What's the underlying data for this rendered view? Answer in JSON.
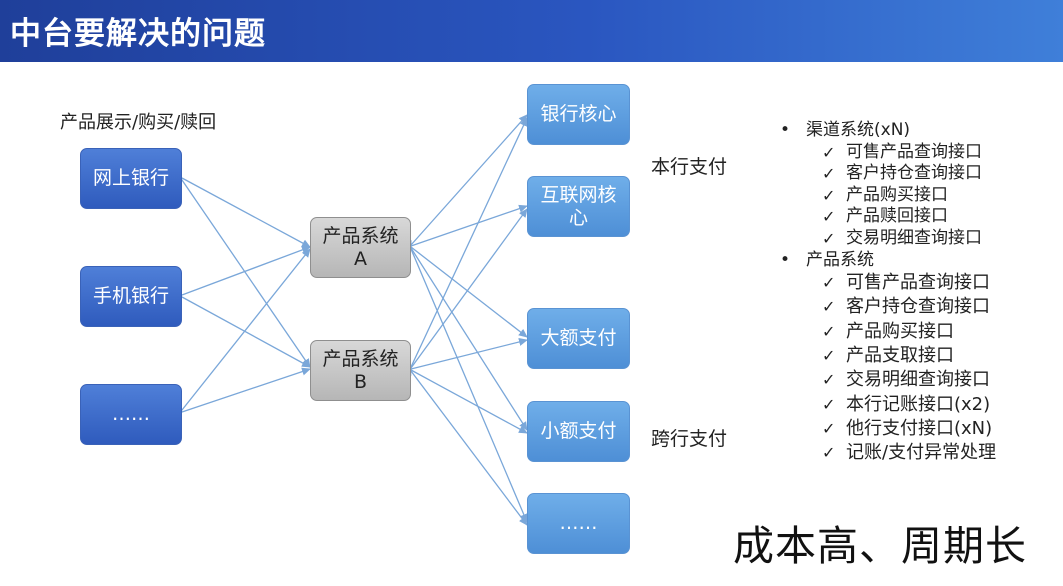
{
  "header": {
    "title": "中台要解决的问题"
  },
  "diagram": {
    "channel_caption": "产品展示/购买/赎回",
    "channels": [
      "网上银行",
      "手机银行",
      "……"
    ],
    "products": [
      "产品系统A",
      "产品系统B"
    ],
    "cores": [
      "银行核心",
      "互联网核心",
      "大额支付",
      "小额支付",
      "……"
    ],
    "group_labels": {
      "intra": "本行支付",
      "inter": "跨行支付"
    }
  },
  "requirements": [
    {
      "title": "渠道系统(xN)",
      "items": [
        "可售产品查询接口",
        "客户持仓查询接口",
        "产品购买接口",
        "产品赎回接口",
        "交易明细查询接口"
      ]
    },
    {
      "title": "产品系统",
      "items": [
        "可售产品查询接口",
        "客户持仓查询接口",
        "产品购买接口",
        "产品支取接口",
        "交易明细查询接口",
        "本行记账接口(x2)",
        "他行支付接口(xN)",
        "记账/支付异常处理"
      ]
    }
  ],
  "conclusion": "成本高、周期长",
  "colors": {
    "banner": "#2a56c0",
    "channel_box": "#2f5bbd",
    "core_box": "#4e8fd6",
    "product_box": "#b6b6b6",
    "arrow": "#7aa7d9"
  }
}
